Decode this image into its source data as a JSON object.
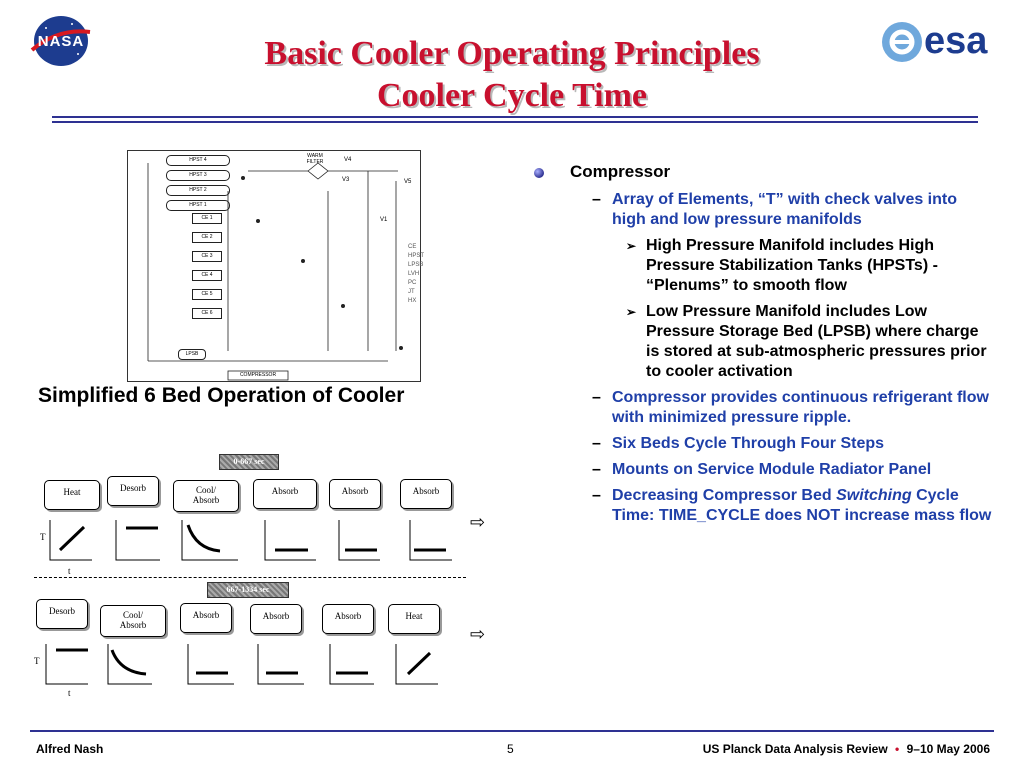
{
  "logos": {
    "left": "NASA",
    "right": "esa"
  },
  "title": {
    "line1": "Basic Cooler Operating Principles",
    "line2": "Cooler Cycle Time"
  },
  "caption": "Simplified 6 Bed Operation of Cooler",
  "schematic": {
    "hpst": [
      "HPST 4",
      "HPST 3",
      "HPST 2",
      "HPST 1"
    ],
    "ce": [
      "CE 1",
      "CE 2",
      "CE 3",
      "CE 4",
      "CE 5",
      "CE 6"
    ],
    "warm_filter": "WARM FILTER",
    "lpsb": "LPSB",
    "compressor": "COMPRESSOR",
    "valves": [
      "V4",
      "V5",
      "V3",
      "V1"
    ],
    "legend": [
      "CE",
      "HPST",
      "LPSB",
      "LVH",
      "PC",
      "JT",
      "HX"
    ]
  },
  "cycle": {
    "row1": {
      "time_badge": "0-667 sec",
      "steps": [
        "Heat",
        "Desorb",
        "Cool/\nAbsorb",
        "Absorb",
        "Absorb",
        "Absorb"
      ]
    },
    "row2": {
      "time_badge": "667-1334 sec",
      "steps": [
        "Desorb",
        "Cool/\nAbsorb",
        "Absorb",
        "Absorb",
        "Absorb",
        "Heat"
      ]
    },
    "axis_t": "T",
    "axis_time": "t",
    "arrow": "⇨"
  },
  "bullets": {
    "main": "Compressor",
    "sub1": "Array of Elements, “T” with check valves into high and low pressure manifolds",
    "sub1a": "High Pressure Manifold includes High Pressure Stabilization Tanks (HPSTs) - “Plenums” to smooth flow",
    "sub1b": "Low Pressure Manifold includes Low Pressure Storage Bed (LPSB) where charge is stored at sub-atmospheric pressures prior to cooler activation",
    "sub2": "Compressor provides continuous refrigerant flow with minimized pressure ripple.",
    "sub3": "Six Beds Cycle Through Four Steps",
    "sub4": "Mounts on Service Module Radiator Panel",
    "sub5_pre": "Decreasing Compressor Bed ",
    "sub5_it": "Switching",
    "sub5_post": " Cycle Time: TIME_CYCLE does NOT increase mass flow"
  },
  "footer": {
    "author": "Alfred Nash",
    "page": "5",
    "event": "US Planck Data Analysis Review",
    "sep": "•",
    "date": "9–10 May 2006"
  },
  "colors": {
    "title": "#c8102e",
    "accent": "#2e3192",
    "subtext": "#1f3fa8"
  }
}
